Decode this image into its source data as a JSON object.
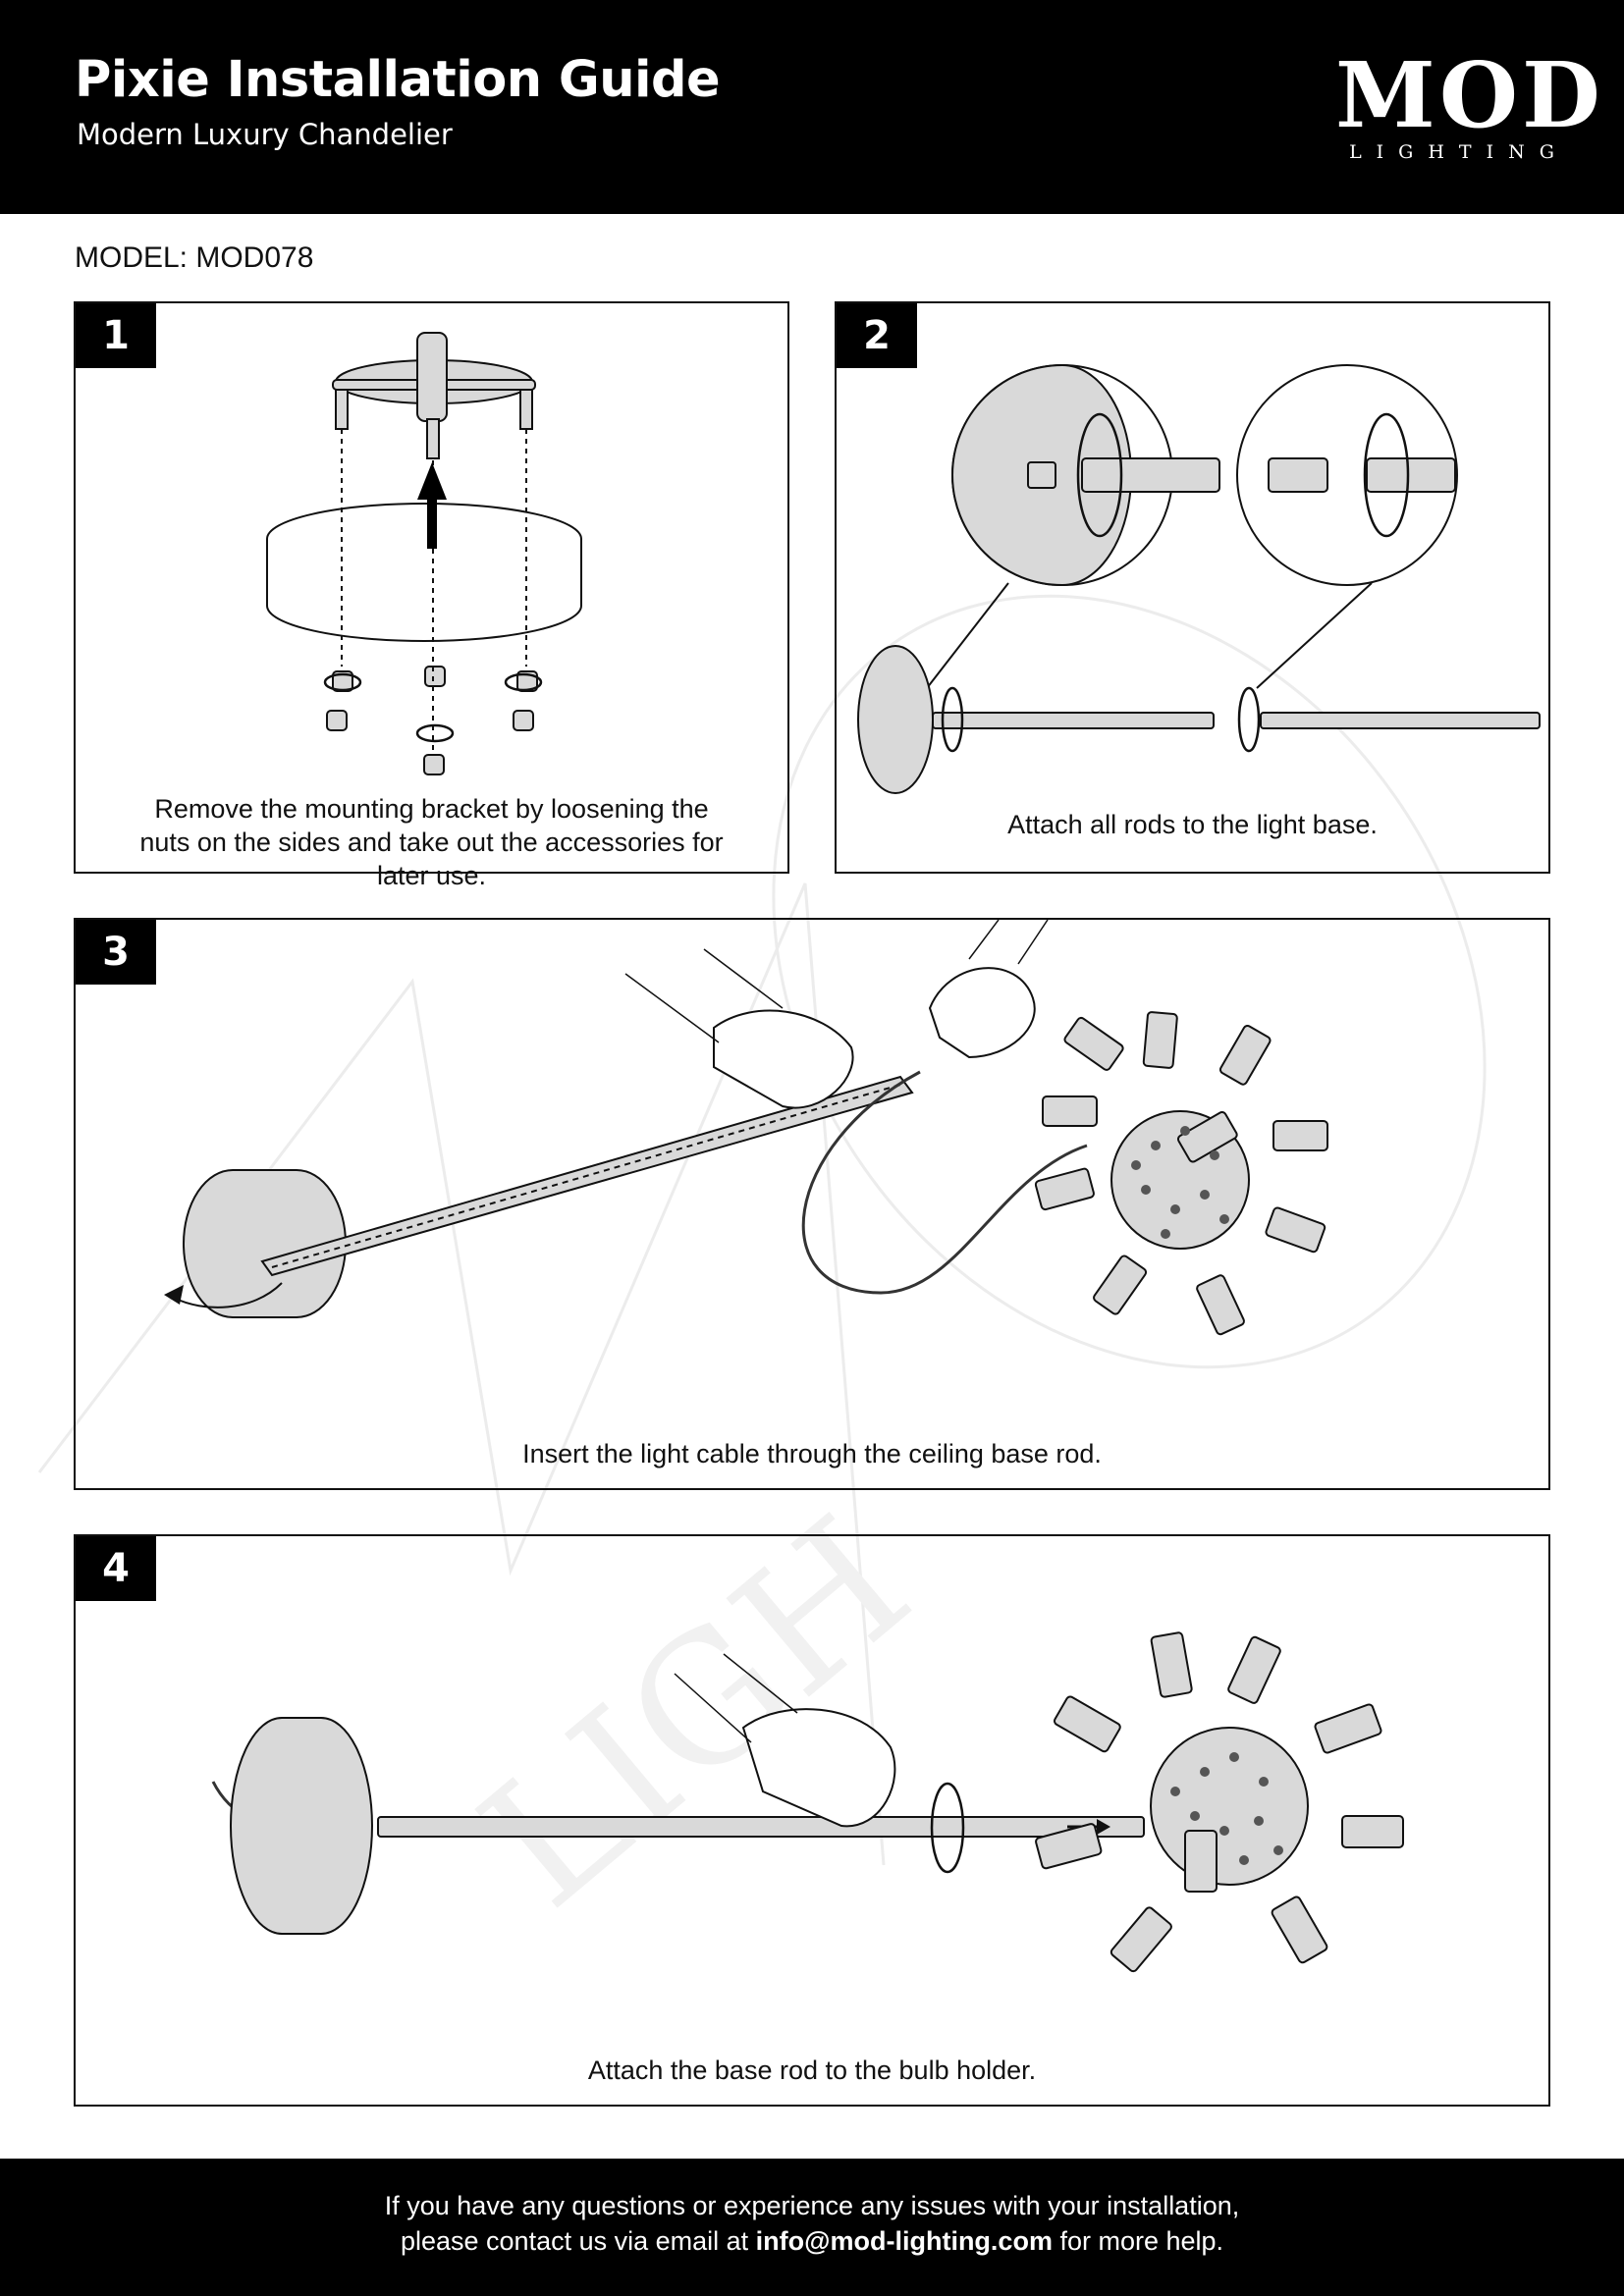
{
  "header": {
    "title": "Pixie Installation Guide",
    "subtitle": "Modern Luxury Chandelier",
    "logo_main": "MOD",
    "logo_sub": "LIGHTING"
  },
  "model_label": "MODEL: MOD078",
  "steps": [
    {
      "number": "1",
      "caption": "Remove the mounting bracket by loosening the nuts on the sides and take out the accessories for later use."
    },
    {
      "number": "2",
      "caption": "Attach all rods to the light base."
    },
    {
      "number": "3",
      "caption": "Insert the light cable through the ceiling base rod."
    },
    {
      "number": "4",
      "caption": "Attach the base rod to the bulb holder."
    }
  ],
  "footer": {
    "line1": "If you have any questions or experience any issues with your installation,",
    "line2_prefix": "please contact us via email at ",
    "email": "info@mod-lighting.com",
    "line2_suffix": " for more help."
  },
  "colors": {
    "header_bg": "#000000",
    "part_fill": "#d9d9d9",
    "line": "#111111"
  }
}
